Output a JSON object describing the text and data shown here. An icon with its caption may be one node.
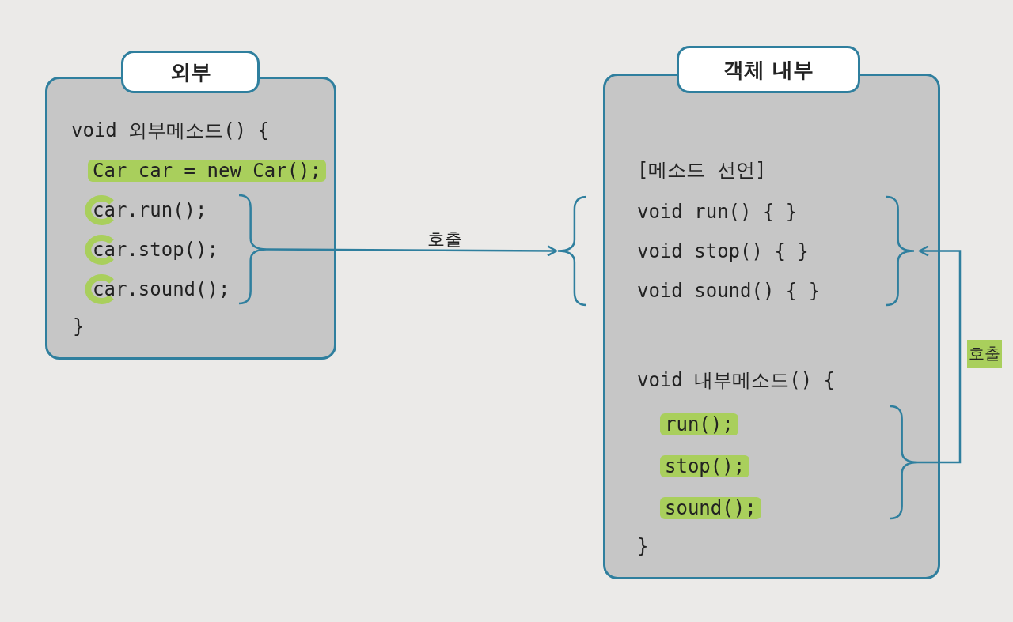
{
  "diagram": {
    "nodes": [
      {
        "text": [
          "외부",
          "void 외부메소드() {",
          "Car car = new Car();",
          "}"
        ]
      },
      {
        "text": [
          "car.run();",
          "car.stop();",
          "car.sound();"
        ],
        "in": 0
      },
      {
        "text": [
          "객체 내부",
          "[메소드 선언]",
          "void 내부메소드() {",
          "}"
        ]
      },
      {
        "text": [
          "void run() { }",
          "void stop() { }",
          "void sound() { }"
        ]
      },
      {
        "text": [
          "run();",
          "stop();",
          "sound();"
        ],
        "in": 2
      }
    ],
    "edges": [
      {
        "from": 1,
        "to": 3,
        "arrow": "to",
        "label": "호출"
      },
      {
        "from": 4,
        "to": 3,
        "arrow": "to",
        "label": "호출"
      }
    ]
  }
}
